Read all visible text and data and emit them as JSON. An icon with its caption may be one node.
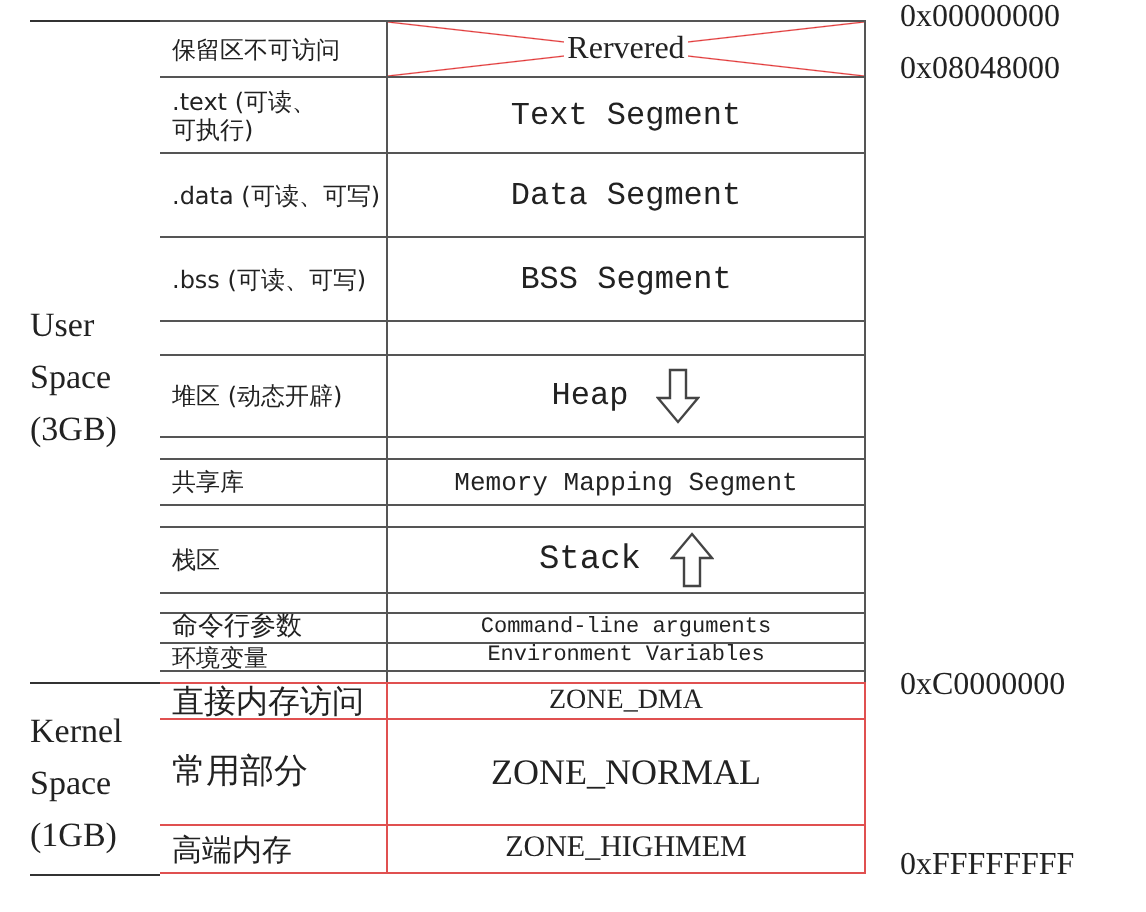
{
  "diagram": {
    "nodes": [
      {
        "text": [
          "保留区不可访问",
          "Rervered"
        ]
      },
      {
        "text": [
          ".text (可读、可执行)",
          "Text Segment"
        ]
      },
      {
        "text": [
          ".data (可读、可写)",
          "Data Segment"
        ]
      },
      {
        "text": [
          ".bss (可读、可写)",
          "BSS Segment"
        ]
      },
      {
        "text": [],
        "shape": "box"
      },
      {
        "text": [
          "堆区 (动态开辟)",
          "Heap"
        ]
      },
      {
        "text": [],
        "shape": "box"
      },
      {
        "text": [
          "共享库",
          "Memory Mapping Segment"
        ]
      },
      {
        "text": [],
        "shape": "box"
      },
      {
        "text": [
          "栈区",
          "Stack"
        ]
      },
      {
        "text": [],
        "shape": "box"
      },
      {
        "text": [
          "命令行参数",
          "Command-line arguments"
        ]
      },
      {
        "text": [
          "环境变量",
          "Environment Variables"
        ]
      },
      {
        "text": [],
        "shape": "box"
      },
      {
        "text": [
          "直接内存访问",
          "ZONE_DMA"
        ]
      },
      {
        "text": [
          "常用部分",
          "ZONE_NORMAL"
        ]
      },
      {
        "text": [
          "高端内存",
          "ZONE_HIGHMEM"
        ]
      }
    ],
    "labels": [
      "0x00000000",
      "0x08048000",
      "User Space (3GB)",
      "0xC0000000",
      "Kernel Space (1GB)",
      "0xFFFFFFFF"
    ]
  }
}
